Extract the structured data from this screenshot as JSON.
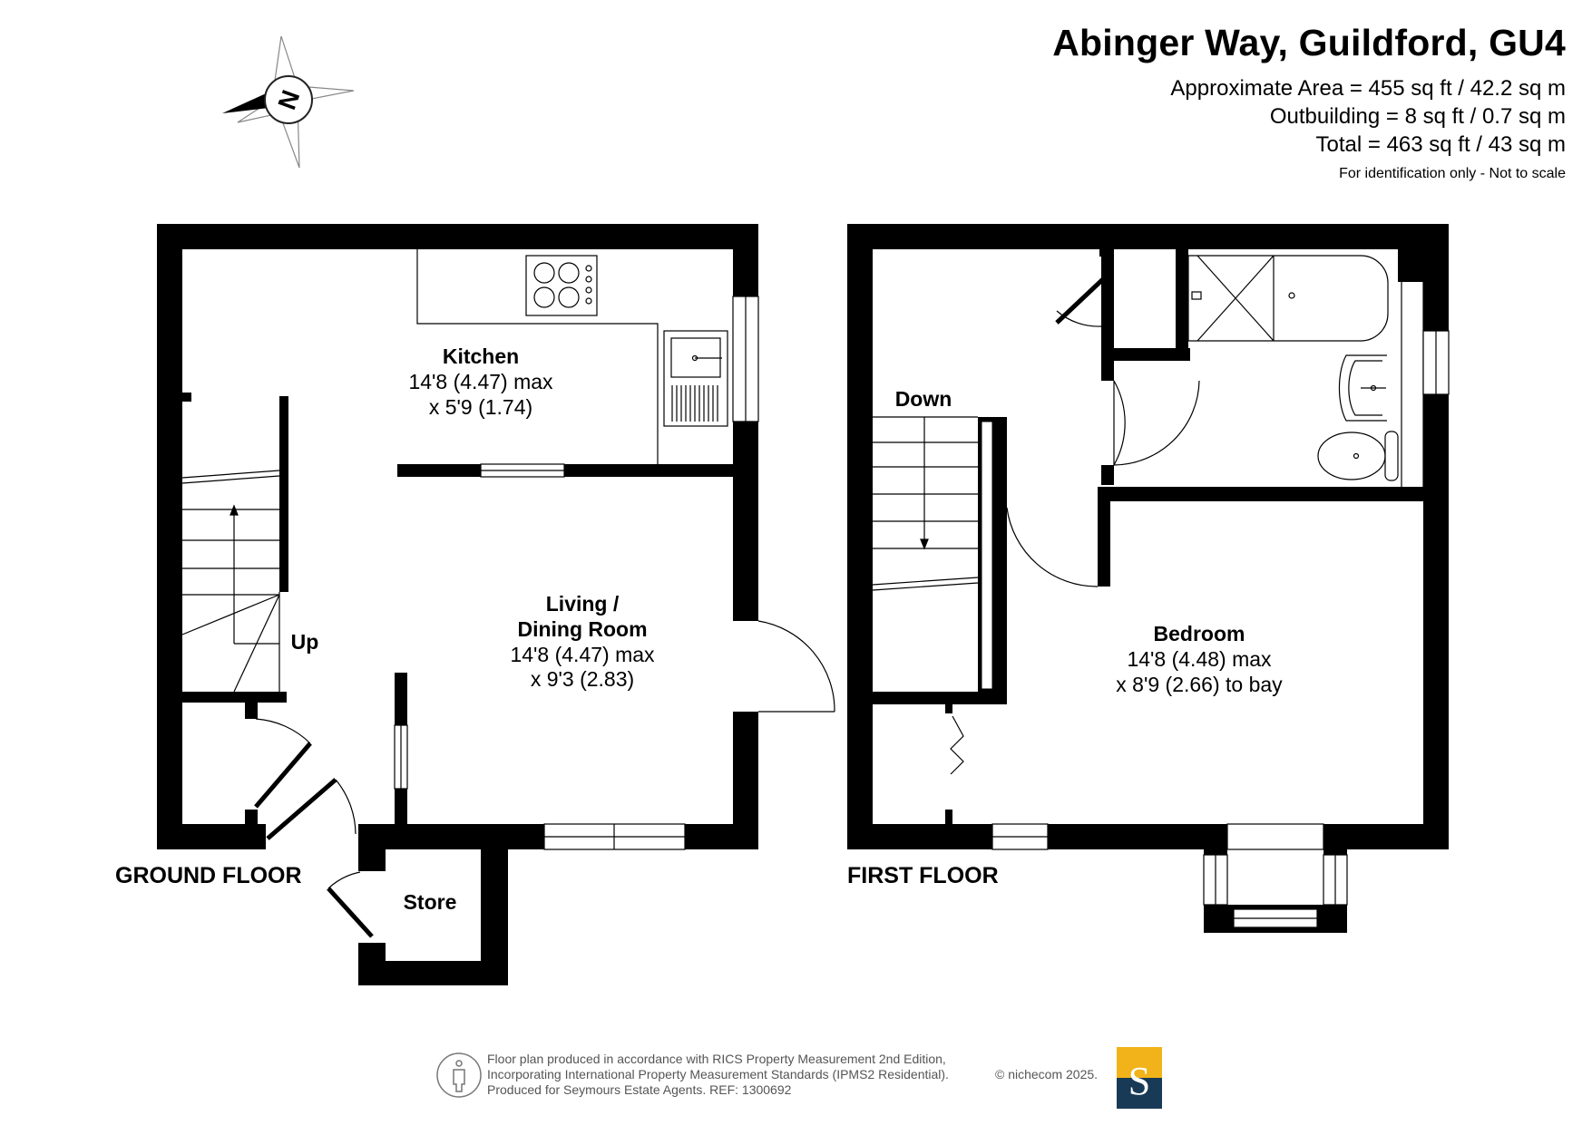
{
  "header": {
    "title": "Abinger Way, Guildford, GU4",
    "area_lines": [
      "Approximate Area = 455 sq ft / 42.2 sq m",
      "Outbuilding = 8 sq ft / 0.7 sq m",
      "Total = 463 sq ft / 43 sq m"
    ],
    "note": "For identification only - Not to scale"
  },
  "compass": {
    "letter": "N"
  },
  "ground_floor": {
    "label": "GROUND FLOOR",
    "stairs_label": "Up",
    "rooms": {
      "kitchen": {
        "name": "Kitchen",
        "dims": [
          "14'8 (4.47) max",
          "x 5'9 (1.74)"
        ]
      },
      "living": {
        "name": [
          "Living /",
          "Dining Room"
        ],
        "dims": [
          "14'8 (4.47) max",
          "x 9'3 (2.83)"
        ]
      },
      "store": {
        "name": "Store"
      }
    }
  },
  "first_floor": {
    "label": "FIRST FLOOR",
    "stairs_label": "Down",
    "rooms": {
      "bedroom": {
        "name": "Bedroom",
        "dims": [
          "14'8 (4.48) max",
          "x 8'9 (2.66) to bay"
        ]
      }
    }
  },
  "footer": {
    "lines": [
      "Floor plan produced in accordance with RICS Property Measurement 2nd Edition,",
      "Incorporating International Property Measurement Standards (IPMS2 Residential).",
      "Produced for Seymours Estate Agents.   REF: 1300692"
    ],
    "copyright": "© nichecom 2025.",
    "logo_letter": "S"
  },
  "colors": {
    "wall": "#000000",
    "logo_top": "#f2b31a",
    "logo_bottom": "#183a56"
  }
}
